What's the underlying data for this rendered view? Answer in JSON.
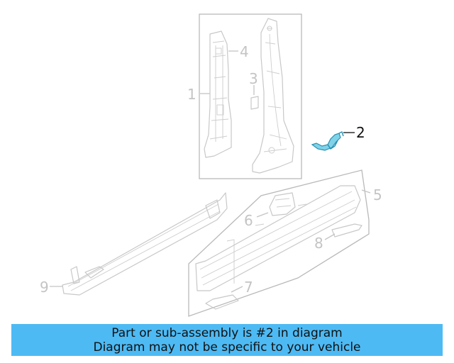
{
  "callouts": [
    {
      "id": "1",
      "label": "1",
      "highlighted": false
    },
    {
      "id": "2",
      "label": "2",
      "highlighted": true
    },
    {
      "id": "3",
      "label": "3",
      "highlighted": false
    },
    {
      "id": "4",
      "label": "4",
      "highlighted": false
    },
    {
      "id": "5",
      "label": "5",
      "highlighted": false
    },
    {
      "id": "6",
      "label": "6",
      "highlighted": false
    },
    {
      "id": "7",
      "label": "7",
      "highlighted": false
    },
    {
      "id": "8",
      "label": "8",
      "highlighted": false
    },
    {
      "id": "9",
      "label": "9",
      "highlighted": false
    }
  ],
  "banner": {
    "line1": "Part or sub-assembly is #2 in diagram",
    "line2": "Diagram may not be specific to your vehicle"
  },
  "colors": {
    "banner_bg": "#4dbaf4",
    "highlight": "#7fd3e8",
    "part_line": "#c8c8c8"
  }
}
